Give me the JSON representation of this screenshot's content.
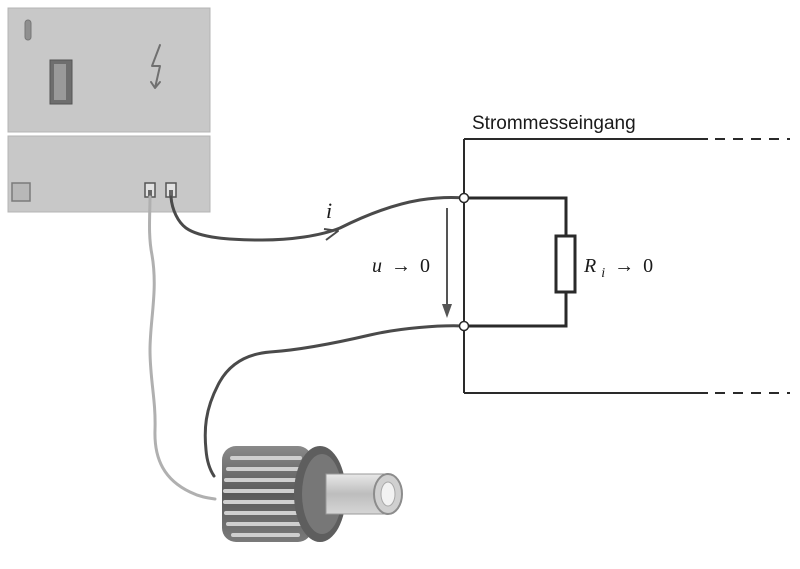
{
  "labels": {
    "input_title": "Strommesseingang",
    "current_symbol": "i",
    "voltage_symbol": "u",
    "voltage_arrow": "→",
    "voltage_value": "0",
    "resistor_symbol": "R",
    "resistor_subscript": "i",
    "resistor_arrow": "→",
    "resistor_value": "0"
  },
  "colors": {
    "device_panel": "#c8c8c8",
    "device_border": "#b4b4b4",
    "wire_dark": "#4a4a4a",
    "wire_light": "#b0b0b0",
    "circuit_line": "#2a2a2a",
    "motor_body": "#666666"
  },
  "icons": [
    "lightning-icon",
    "switch-icon",
    "indicator-icon",
    "socket-icon"
  ]
}
